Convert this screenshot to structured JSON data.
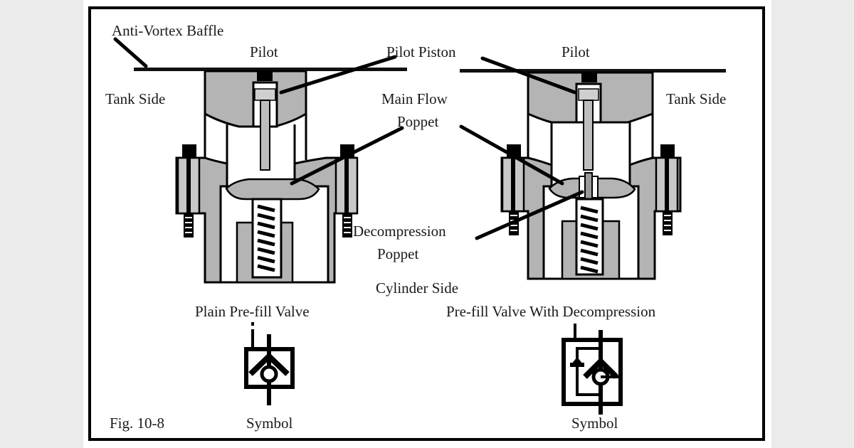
{
  "figure": {
    "number_label": "Fig. 10-8",
    "colors": {
      "background": "#ebebeb",
      "paper": "#ffffff",
      "ink": "#000000",
      "metal_fill": "#b4b4b4"
    }
  },
  "labels": {
    "anti_vortex_baffle": "Anti-Vortex Baffle",
    "pilot_left": "Pilot",
    "pilot_right": "Pilot",
    "pilot_piston": "Pilot Piston",
    "tank_side_left": "Tank Side",
    "tank_side_right": "Tank Side",
    "main_flow_poppet_line1": "Main Flow",
    "main_flow_poppet_line2": "Poppet",
    "decompression_poppet_line1": "Decompression",
    "decompression_poppet_line2": "Poppet",
    "cylinder_side": "Cylinder Side"
  },
  "valves": [
    {
      "title": "Plain Pre-fill Valve",
      "symbol_label": "Symbol"
    },
    {
      "title": "Pre-fill Valve With Decompression",
      "symbol_label": "Symbol"
    }
  ]
}
